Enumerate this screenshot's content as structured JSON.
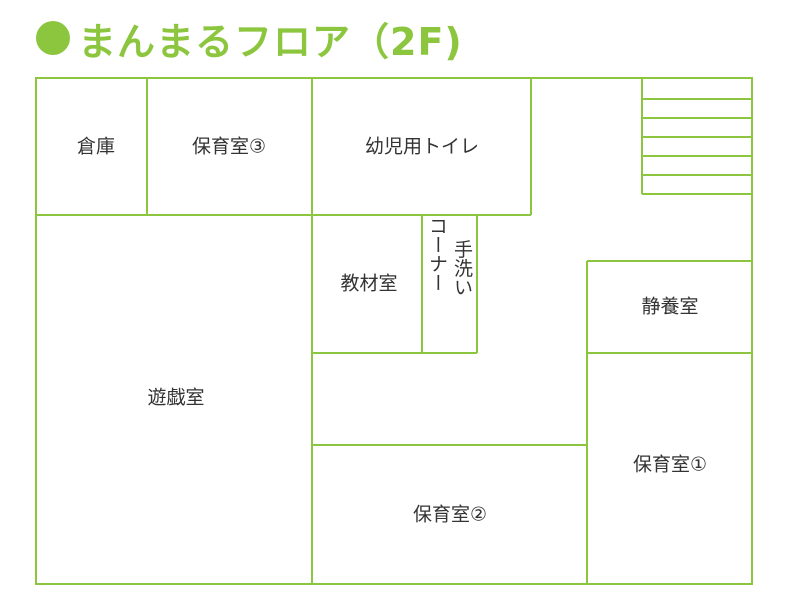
{
  "title": {
    "text": "まんまるフロア（2F)",
    "marker_icon": "filled-circle",
    "color": "#8cc63f"
  },
  "rooms": {
    "storage": "倉庫",
    "nursery_3": "保育室③",
    "toddler_toilet": "幼児用トイレ",
    "materials_room": "教材室",
    "hand_wash_corner_col1": "手洗い",
    "hand_wash_corner_col2": "コーナー",
    "quiet_room": "静養室",
    "playroom": "遊戯室",
    "nursery_1": "保育室①",
    "nursery_2": "保育室②"
  },
  "colors": {
    "walls": "#8cc63f",
    "text": "#333333"
  }
}
